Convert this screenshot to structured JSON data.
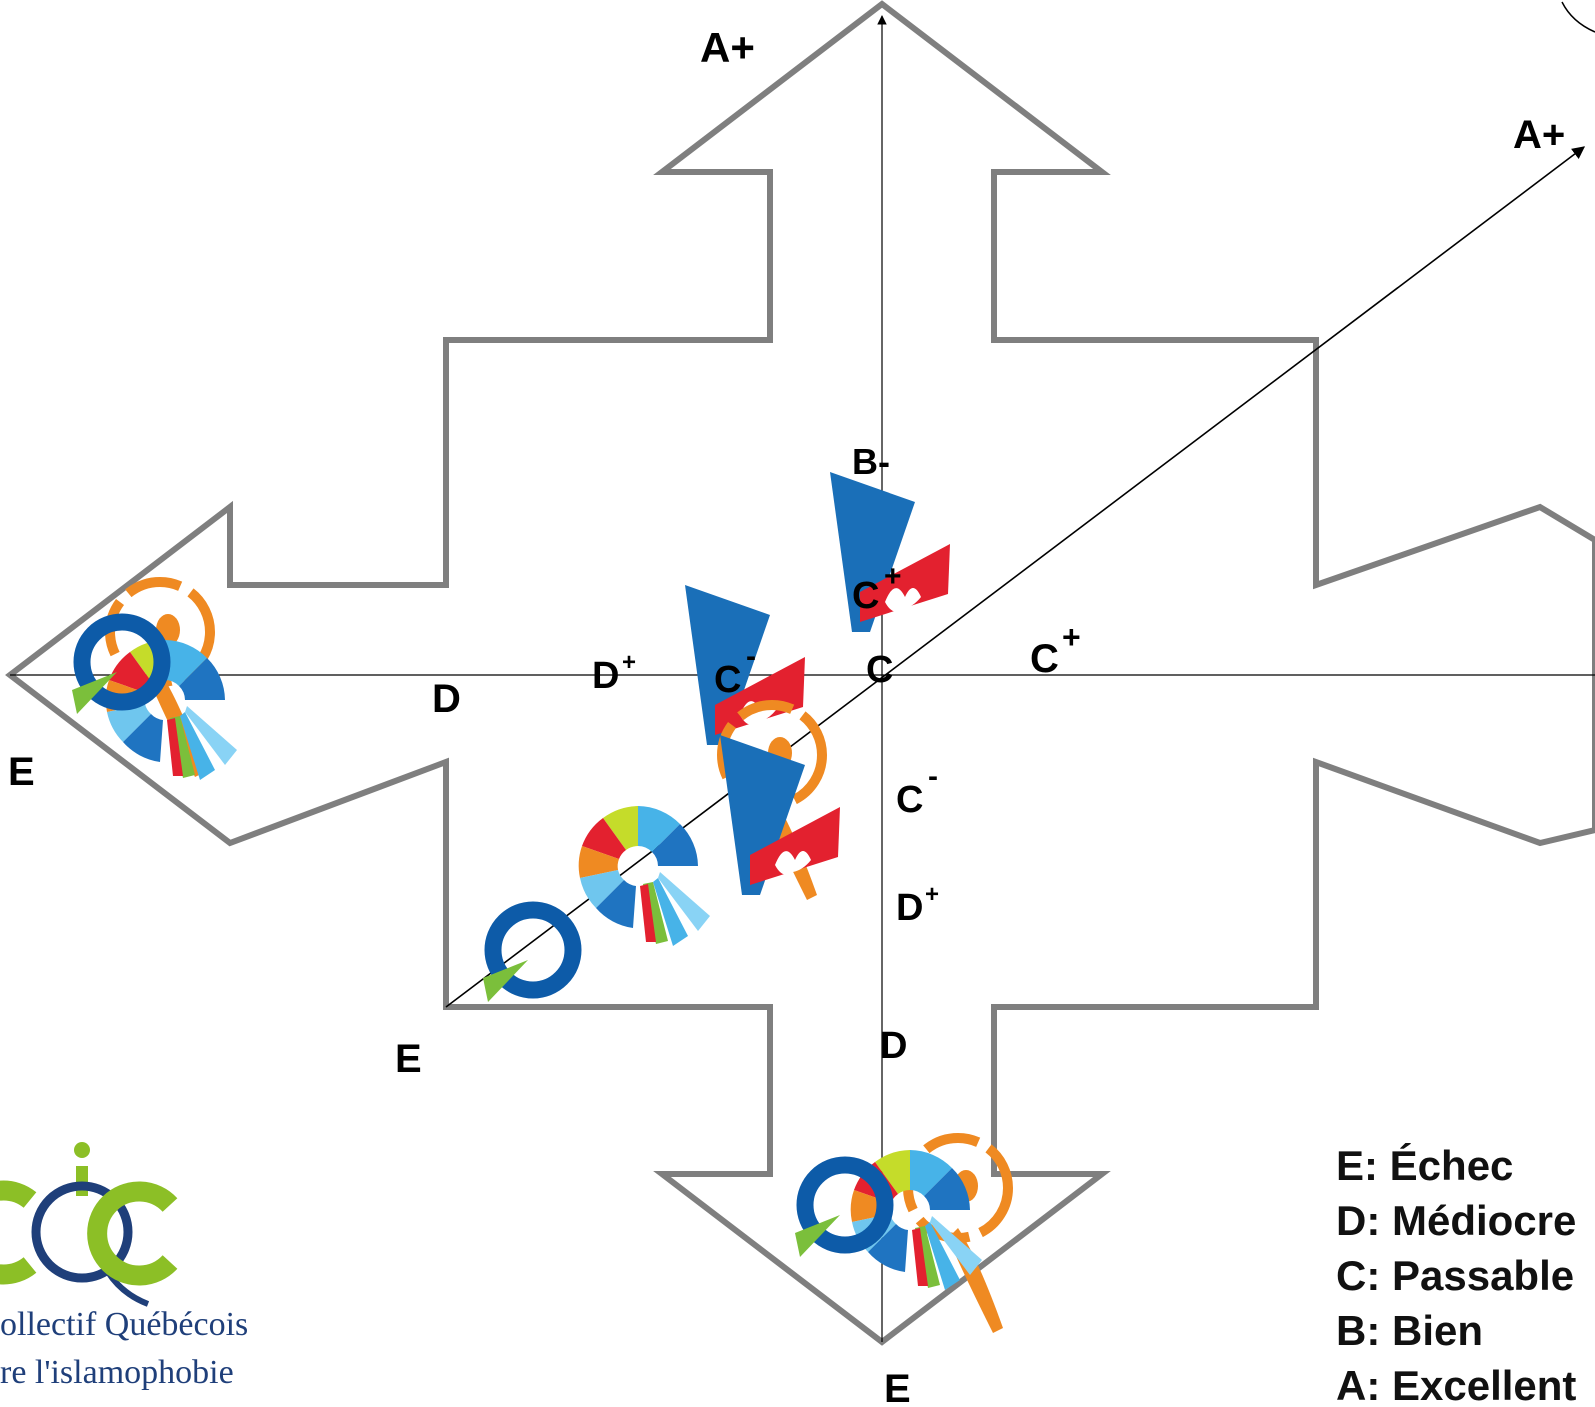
{
  "vertical_axis": {
    "labels": {
      "top": "A+",
      "b_minus": "B-",
      "c_plus": "C",
      "c_plus_sup": "+",
      "c": "C",
      "c_minus": "C",
      "c_minus_sup": "-",
      "d_plus": "D",
      "d_plus_sup": "+",
      "d": "D",
      "bottom": "E"
    }
  },
  "horizontal_axis": {
    "labels": {
      "left": "E",
      "d": "D",
      "d_plus": "D",
      "d_plus_sup": "+",
      "c_minus": "C",
      "c_minus_sup": "-",
      "c_plus": "C",
      "c_plus_sup": "+"
    }
  },
  "diagonal_axis": {
    "labels": {
      "top": "A+",
      "bottom": "E"
    }
  },
  "legend": [
    "E: Échec",
    "D: Médiocre",
    "C: Passable",
    "B: Bien",
    "A: Excellent"
  ],
  "logo": {
    "line1": "ollectif Québécois",
    "line2": "re l'islamophobie"
  },
  "colors": {
    "outline": "#7f7f7f",
    "qs_blue": "#1a6fb8",
    "qs_dark_blue": "#0d5ba8",
    "pq_red": "#e3212f",
    "caq_orange": "#ef8a22",
    "plq_light_blue": "#47b3e8",
    "green": "#7bbf3b",
    "logo_green": "#8cbf26",
    "logo_navy": "#1f3f7a"
  },
  "party_icons": [
    "qs-logo",
    "pq-logo",
    "caq-logo",
    "plq-logo"
  ]
}
